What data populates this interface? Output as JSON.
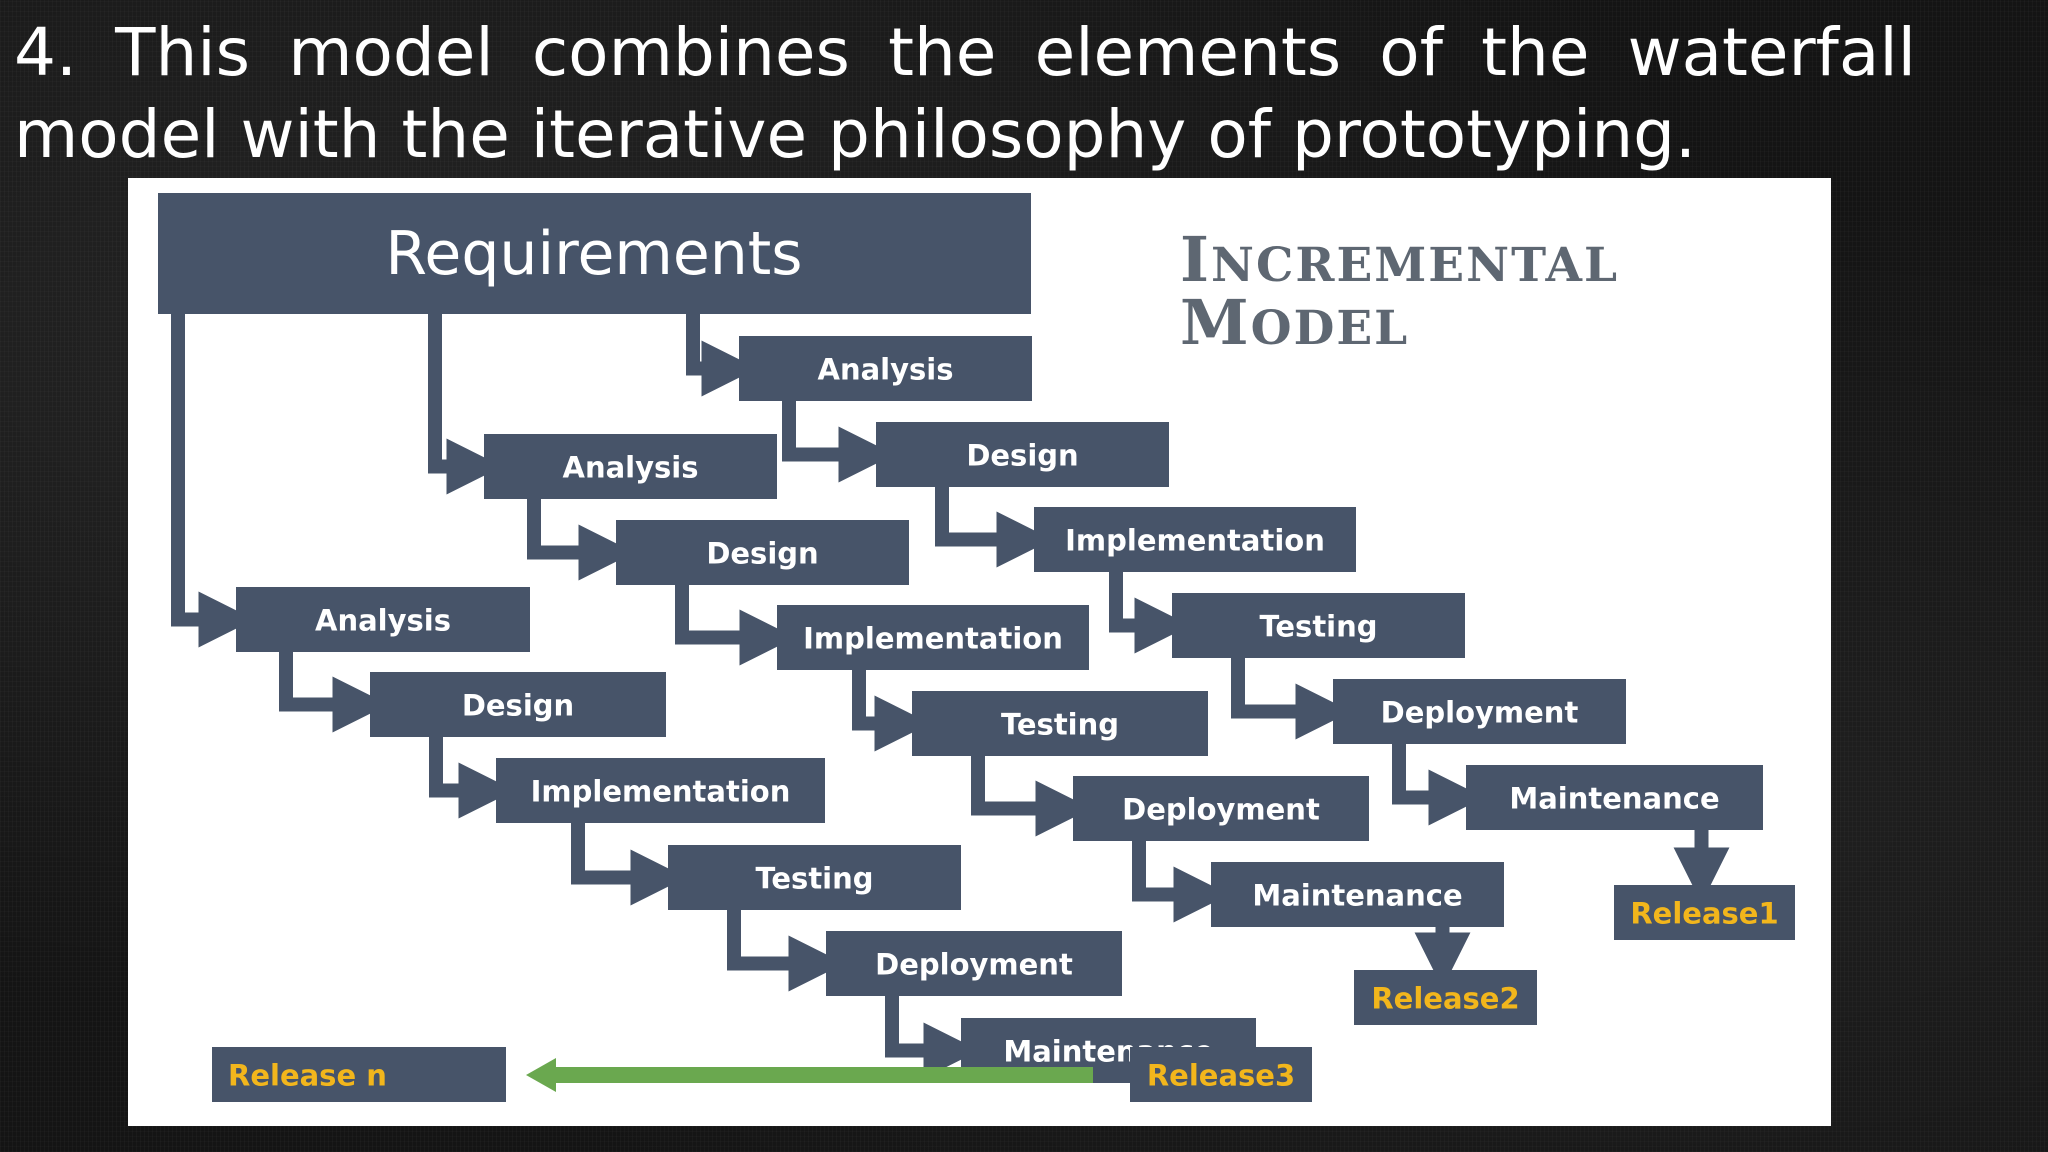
{
  "heading": "4. This model combines the elements of the waterfall model with the iterative philosophy of prototyping.",
  "diagram": {
    "title_lines": [
      "Incremental",
      "Model"
    ],
    "requirements_label": "Requirements",
    "increments": [
      {
        "stages": [
          "Analysis",
          "Design",
          "Implementation",
          "Testing",
          "Deployment",
          "Maintenance"
        ],
        "release": "Release3"
      },
      {
        "stages": [
          "Analysis",
          "Design",
          "Implementation",
          "Testing",
          "Deployment",
          "Maintenance"
        ],
        "release": "Release2"
      },
      {
        "stages": [
          "Analysis",
          "Design",
          "Implementation",
          "Testing",
          "Deployment",
          "Maintenance"
        ],
        "release": "Release1"
      }
    ],
    "final_release": "Release n"
  },
  "colors": {
    "box": "#475469",
    "release_text": "#f2b61c",
    "arrow_green": "#6aa84f",
    "title_text": "#5e6772"
  }
}
